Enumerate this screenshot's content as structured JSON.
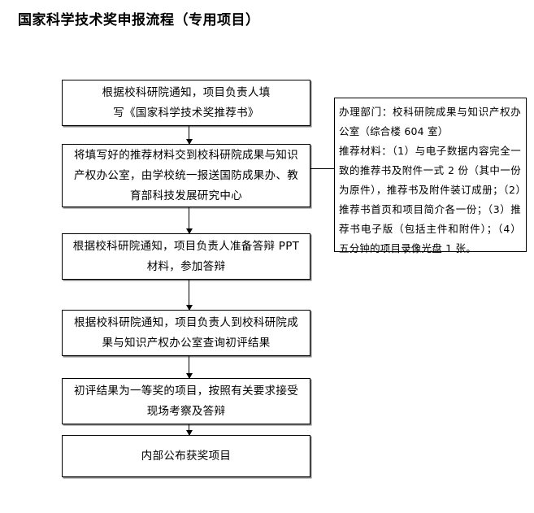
{
  "page": {
    "title": "国家科学技术奖申报流程（专用项目）"
  },
  "flow": {
    "boxes": [
      {
        "id": "box-1",
        "name": "step-fill-recommendation-form",
        "text": "根据校科研院通知，项目负责人填\n写《国家科学技术奖推荐书》"
      },
      {
        "id": "box-2",
        "name": "step-submit-materials",
        "text": "将填写好的推荐材料交到校科研院成果与知识\n产权办公室，由学校统一报送国防成果办、教\n育部科技发展研究中心"
      },
      {
        "id": "box-3",
        "name": "step-prepare-defense-ppt",
        "text": "根据校科研院通知，项目负责人准备答辩 PPT\n材料，参加答辩"
      },
      {
        "id": "box-4",
        "name": "step-query-preliminary-result",
        "text": "根据校科研院通知，项目负责人到校科研院成\n果与知识产权办公室查询初评结果"
      },
      {
        "id": "box-5",
        "name": "step-onsite-inspection-defense",
        "text": "初评结果为一等奖的项目，按照有关要求接受\n现场考察及答辩"
      },
      {
        "id": "box-6",
        "name": "step-publish-award-projects",
        "text": "内部公布获奖项目"
      }
    ],
    "connectors": [
      {
        "id": "connector-1",
        "name": "arrow-box1-to-box2"
      },
      {
        "id": "connector-2",
        "name": "arrow-box2-to-box3"
      },
      {
        "id": "connector-3",
        "name": "arrow-box3-to-box4"
      },
      {
        "id": "connector-4",
        "name": "arrow-box4-to-box5"
      },
      {
        "id": "connector-5",
        "name": "arrow-box5-to-box6"
      },
      {
        "id": "connector-note",
        "name": "line-box2-to-note"
      }
    ]
  },
  "note": {
    "lines": [
      "办理部门：校科研院成果与知识产权办公室（综合楼 604 室）",
      "推荐材料：（1）与电子数据内容完全一致的推荐书及附件一式 2 份（其中一份为原件），推荐书及附件装订成册；（2）推荐书首页和项目简介各一份；（3）推荐书电子版（包括主件和附件）；（4）五分钟的项目录像光盘 1 张。"
    ]
  },
  "colors": {
    "background": "#ffffff",
    "text": "#000000",
    "box_border": "#000000",
    "box_shadow": "#808080"
  }
}
